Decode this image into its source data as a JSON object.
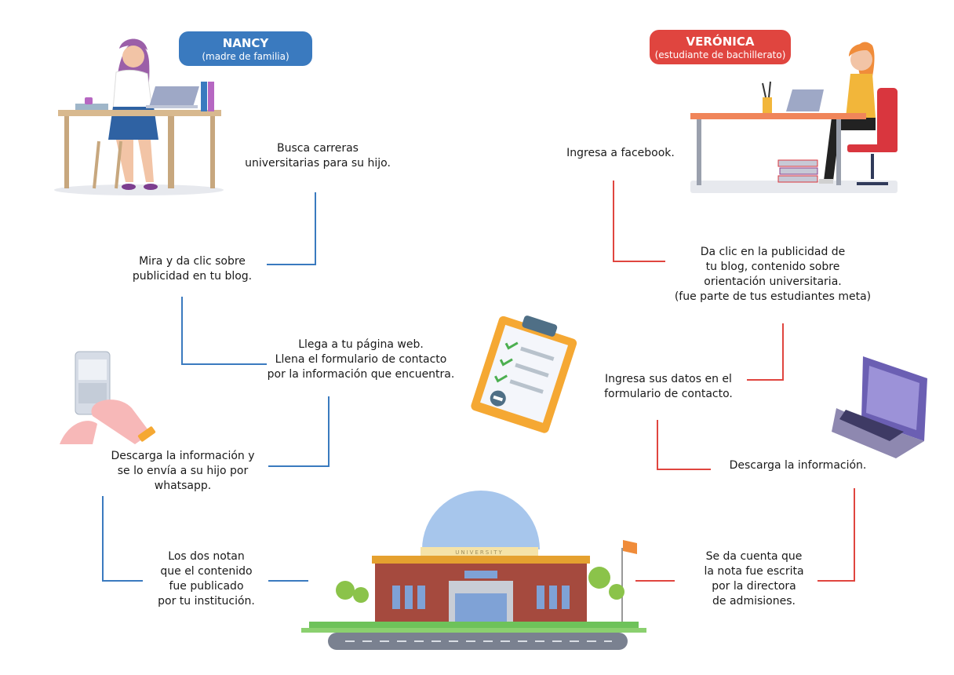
{
  "personas": {
    "nancy": {
      "name": "NANCY",
      "role": "(madre de familia)",
      "color": "#3a7abf"
    },
    "veronica": {
      "name": "VERÓNICA",
      "role": "(estudiante de bachillerato)",
      "color": "#e0453f"
    }
  },
  "nancy_steps": [
    [
      "Busca carreras",
      "universitarias para su hijo."
    ],
    [
      "Mira y da clic sobre",
      "publicidad en tu blog."
    ],
    [
      "Llega a tu página web.",
      "Llena el formulario de contacto",
      "por la información que encuentra."
    ],
    [
      "Descarga la información y",
      "se lo envía a su hijo por",
      "whatsapp."
    ],
    [
      "Los dos notan",
      "que el contenido",
      "fue publicado",
      "por tu institución."
    ]
  ],
  "veronica_steps": [
    [
      "Ingresa a facebook."
    ],
    [
      "Da clic en la publicidad de",
      "tu blog, contenido sobre",
      "orientación universitaria.",
      "(fue parte de tus estudiantes meta)"
    ],
    [
      "Ingresa sus datos en el",
      "formulario de contacto."
    ],
    [
      "Descarga la información."
    ],
    [
      "Se da cuenta que",
      "la nota fue escrita",
      "por la directora",
      "de admisiones."
    ]
  ],
  "illustrations": {
    "nancy": "woman-at-desk-illustration",
    "veronica": "student-at-desk-illustration",
    "phone": "phone-in-hands-illustration",
    "clipboard": "clipboard-checklist-illustration",
    "laptop": "laptop-illustration",
    "building": "university-building-illustration"
  },
  "building_sign": "UNIVERSITY"
}
